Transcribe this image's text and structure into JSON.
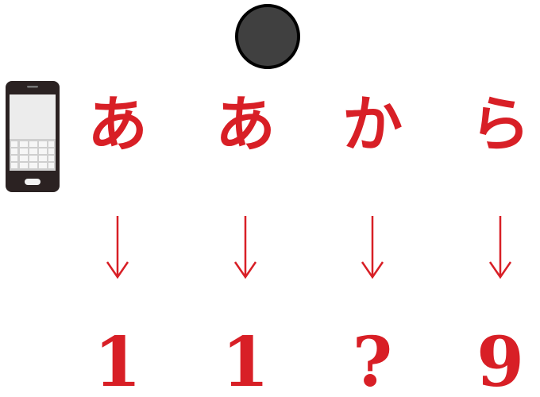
{
  "kana": [
    "あ",
    "あ",
    "か",
    "ら"
  ],
  "answers": [
    "1",
    "1",
    "?",
    "9"
  ],
  "colors": {
    "accent": "#d81f26",
    "dot_fill": "#404040",
    "dot_border": "#000000",
    "background": "#ffffff"
  },
  "icons": {
    "top_marker": "circle-icon",
    "device": "mobile-phone-icon",
    "mapping": "down-arrow-icon"
  }
}
